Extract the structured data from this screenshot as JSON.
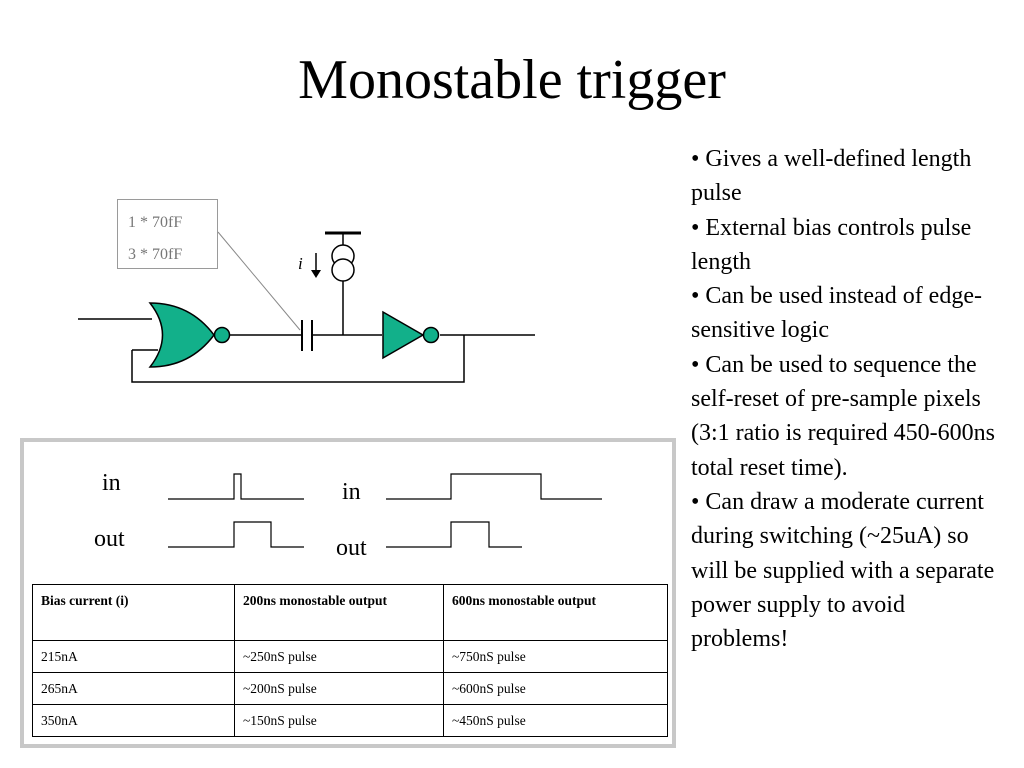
{
  "title": "Monostable trigger",
  "schematic": {
    "capacitor_values": [
      "1 * 70fF",
      "3 * 70fF"
    ],
    "current_label": "i",
    "colors": {
      "gate_fill": "#12b08a",
      "wire": "#000000"
    }
  },
  "bullets": [
    "• Gives a well-defined length pulse",
    "• External bias controls pulse length",
    "• Can be used instead of edge-sensitive logic",
    "• Can be used to sequence the self-reset of pre-sample pixels (3:1 ratio is required 450-600ns total reset time).",
    "• Can draw a moderate current during switching (~25uA) so will be supplied with a separate power supply to avoid problems!"
  ],
  "waveforms": {
    "left": {
      "in_label": "in",
      "out_label": "out"
    },
    "right": {
      "in_label": "in",
      "out_label": "out"
    }
  },
  "table": {
    "headers": [
      "Bias current (i)",
      "200ns monostable output",
      "600ns monostable output"
    ],
    "rows": [
      [
        "215nA",
        "~250nS pulse",
        "~750nS pulse"
      ],
      [
        "265nA",
        "~200nS pulse",
        "~600nS pulse"
      ],
      [
        "350nA",
        "~150nS pulse",
        "~450nS pulse"
      ]
    ]
  }
}
